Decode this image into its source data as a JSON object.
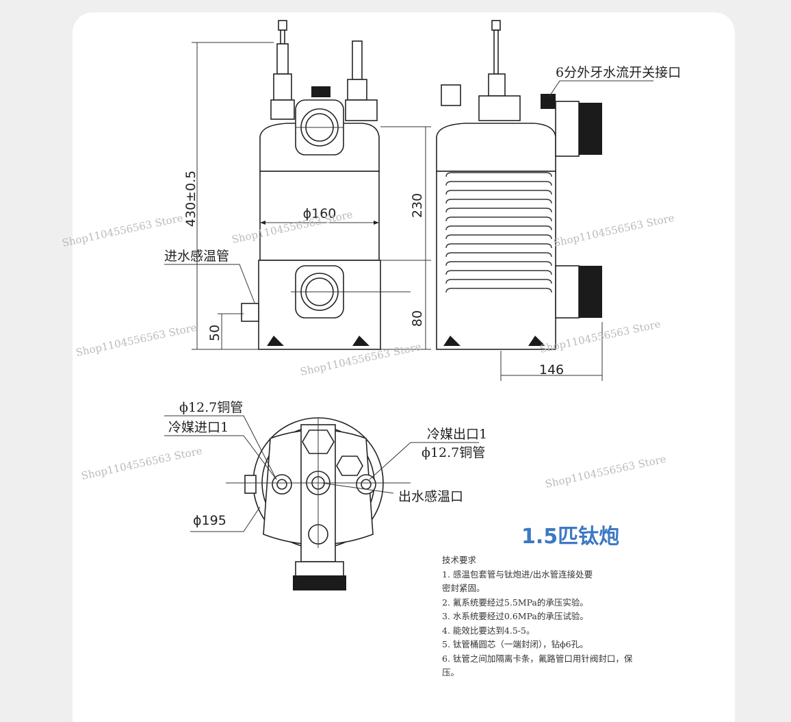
{
  "dimensions": {
    "total_height": "430±0.5",
    "body_diameter": "ϕ160",
    "body_height": "230",
    "base_height": "80",
    "sensor_height": "50",
    "side_width": "146",
    "flange_diameter": "ϕ195"
  },
  "labels": {
    "inlet_sensor": "进水感温管",
    "water_flow_switch": "6分外牙水流开关接口",
    "copper_pipe_in": "ϕ12.7铜管",
    "refrigerant_in": "冷媒进口1",
    "refrigerant_out": "冷媒出口1",
    "copper_pipe_out": "ϕ12.7铜管",
    "outlet_sensor": "出水感温口"
  },
  "title": "1.5匹钛炮",
  "requirements": {
    "heading": "技术要求",
    "lines": [
      "1. 感温包套管与钛炮进/出水管连接处要",
      "密封紧固。",
      "2. 氟系统要经过5.5MPa的承压实验。",
      "3. 水系统要经过0.6MPa的承压试验。",
      "4. 能效比要达到4.5-5。",
      "5. 钛管桶圆芯（一端封闭），钻ϕ6孔。",
      "6. 钛管之间加隔离卡条，氟路管口用针阀封口，保",
      "压。"
    ]
  },
  "watermark": "Shop1104556563 Store",
  "colors": {
    "title": "#3d78c4",
    "line": "#222222",
    "background": "#efefef"
  }
}
